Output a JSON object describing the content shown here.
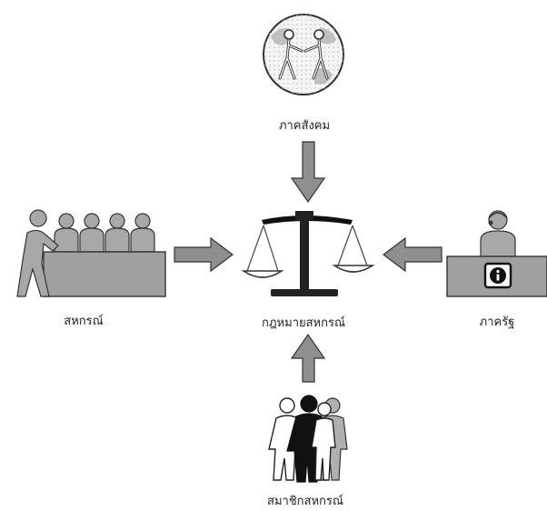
{
  "nodes": {
    "social_sector": {
      "label": "ภาคสังคม",
      "icon": "globe-handshake-icon"
    },
    "cooperative": {
      "label": "สหกรณ์",
      "icon": "people-at-table-icon"
    },
    "cooperative_law": {
      "label": "กฎหมายสหกรณ์",
      "icon": "balance-scale-icon"
    },
    "state_sector": {
      "label": "ภาครัฐ",
      "icon": "info-desk-officer-icon"
    },
    "members": {
      "label": "สมาชิกสหกรณ์",
      "icon": "group-of-people-icon"
    }
  },
  "edges": [
    {
      "from": "social_sector",
      "to": "cooperative_law"
    },
    {
      "from": "cooperative",
      "to": "cooperative_law"
    },
    {
      "from": "state_sector",
      "to": "cooperative_law"
    },
    {
      "from": "members",
      "to": "cooperative_law"
    }
  ],
  "colors": {
    "fill_gray": "#9a9a9a",
    "light_gray": "#c8c8c8",
    "outline": "#333333",
    "dark": "#111111"
  }
}
